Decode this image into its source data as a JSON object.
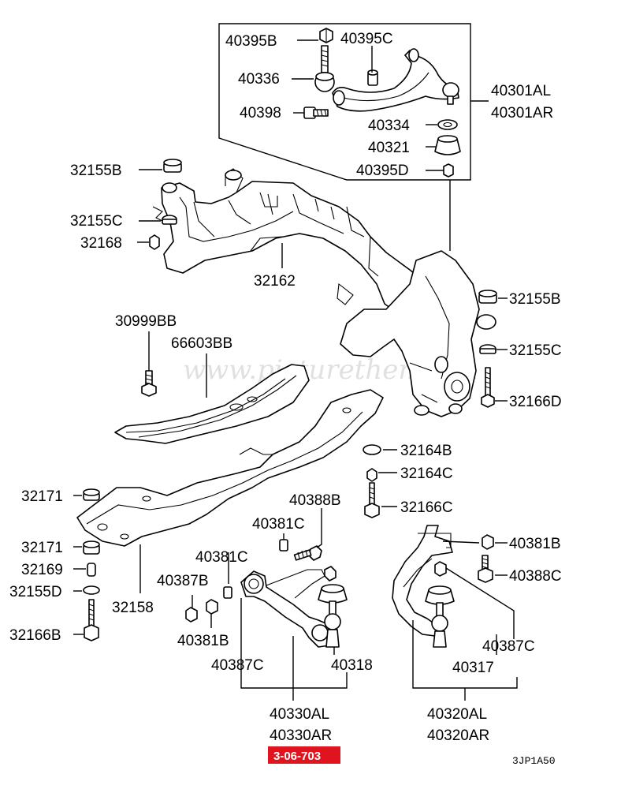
{
  "labels": {
    "l40395B": "40395B",
    "l40395C": "40395C",
    "l40336": "40336",
    "l40398": "40398",
    "l40301AL": "40301AL",
    "l40301AR": "40301AR",
    "l40334": "40334",
    "l40321": "40321",
    "l40395D": "40395D",
    "l32155B_top": "32155B",
    "l32155C_top": "32155C",
    "l32168": "32168",
    "l32162": "32162",
    "l32155B_right": "32155B",
    "l30999BB": "30999BB",
    "l66603BB": "66603BB",
    "l32155C_right": "32155C",
    "l32166D": "32166D",
    "l32164B": "32164B",
    "l32164C": "32164C",
    "l32171_a": "32171",
    "l40388B": "40388B",
    "l32166C": "32166C",
    "l40381C_a": "40381C",
    "l32171_b": "32171",
    "l40381B_right": "40381B",
    "l32169": "32169",
    "l40381C_b": "40381C",
    "l40388C": "40388C",
    "l32155D": "32155D",
    "l40387B": "40387B",
    "l32158": "32158",
    "l32166B": "32166B",
    "l40381B_bottom": "40381B",
    "l40387C_left": "40387C",
    "l40318": "40318",
    "l40387C_right": "40387C",
    "l40317": "40317",
    "l40330AL": "40330AL",
    "l40330AR": "40330AR",
    "l40320AL": "40320AL",
    "l40320AR": "40320AR"
  },
  "reference": "3-06-703",
  "reference_color": "#e0141e",
  "code": "3JP1A50",
  "watermark": "www.picturetheme.ru"
}
